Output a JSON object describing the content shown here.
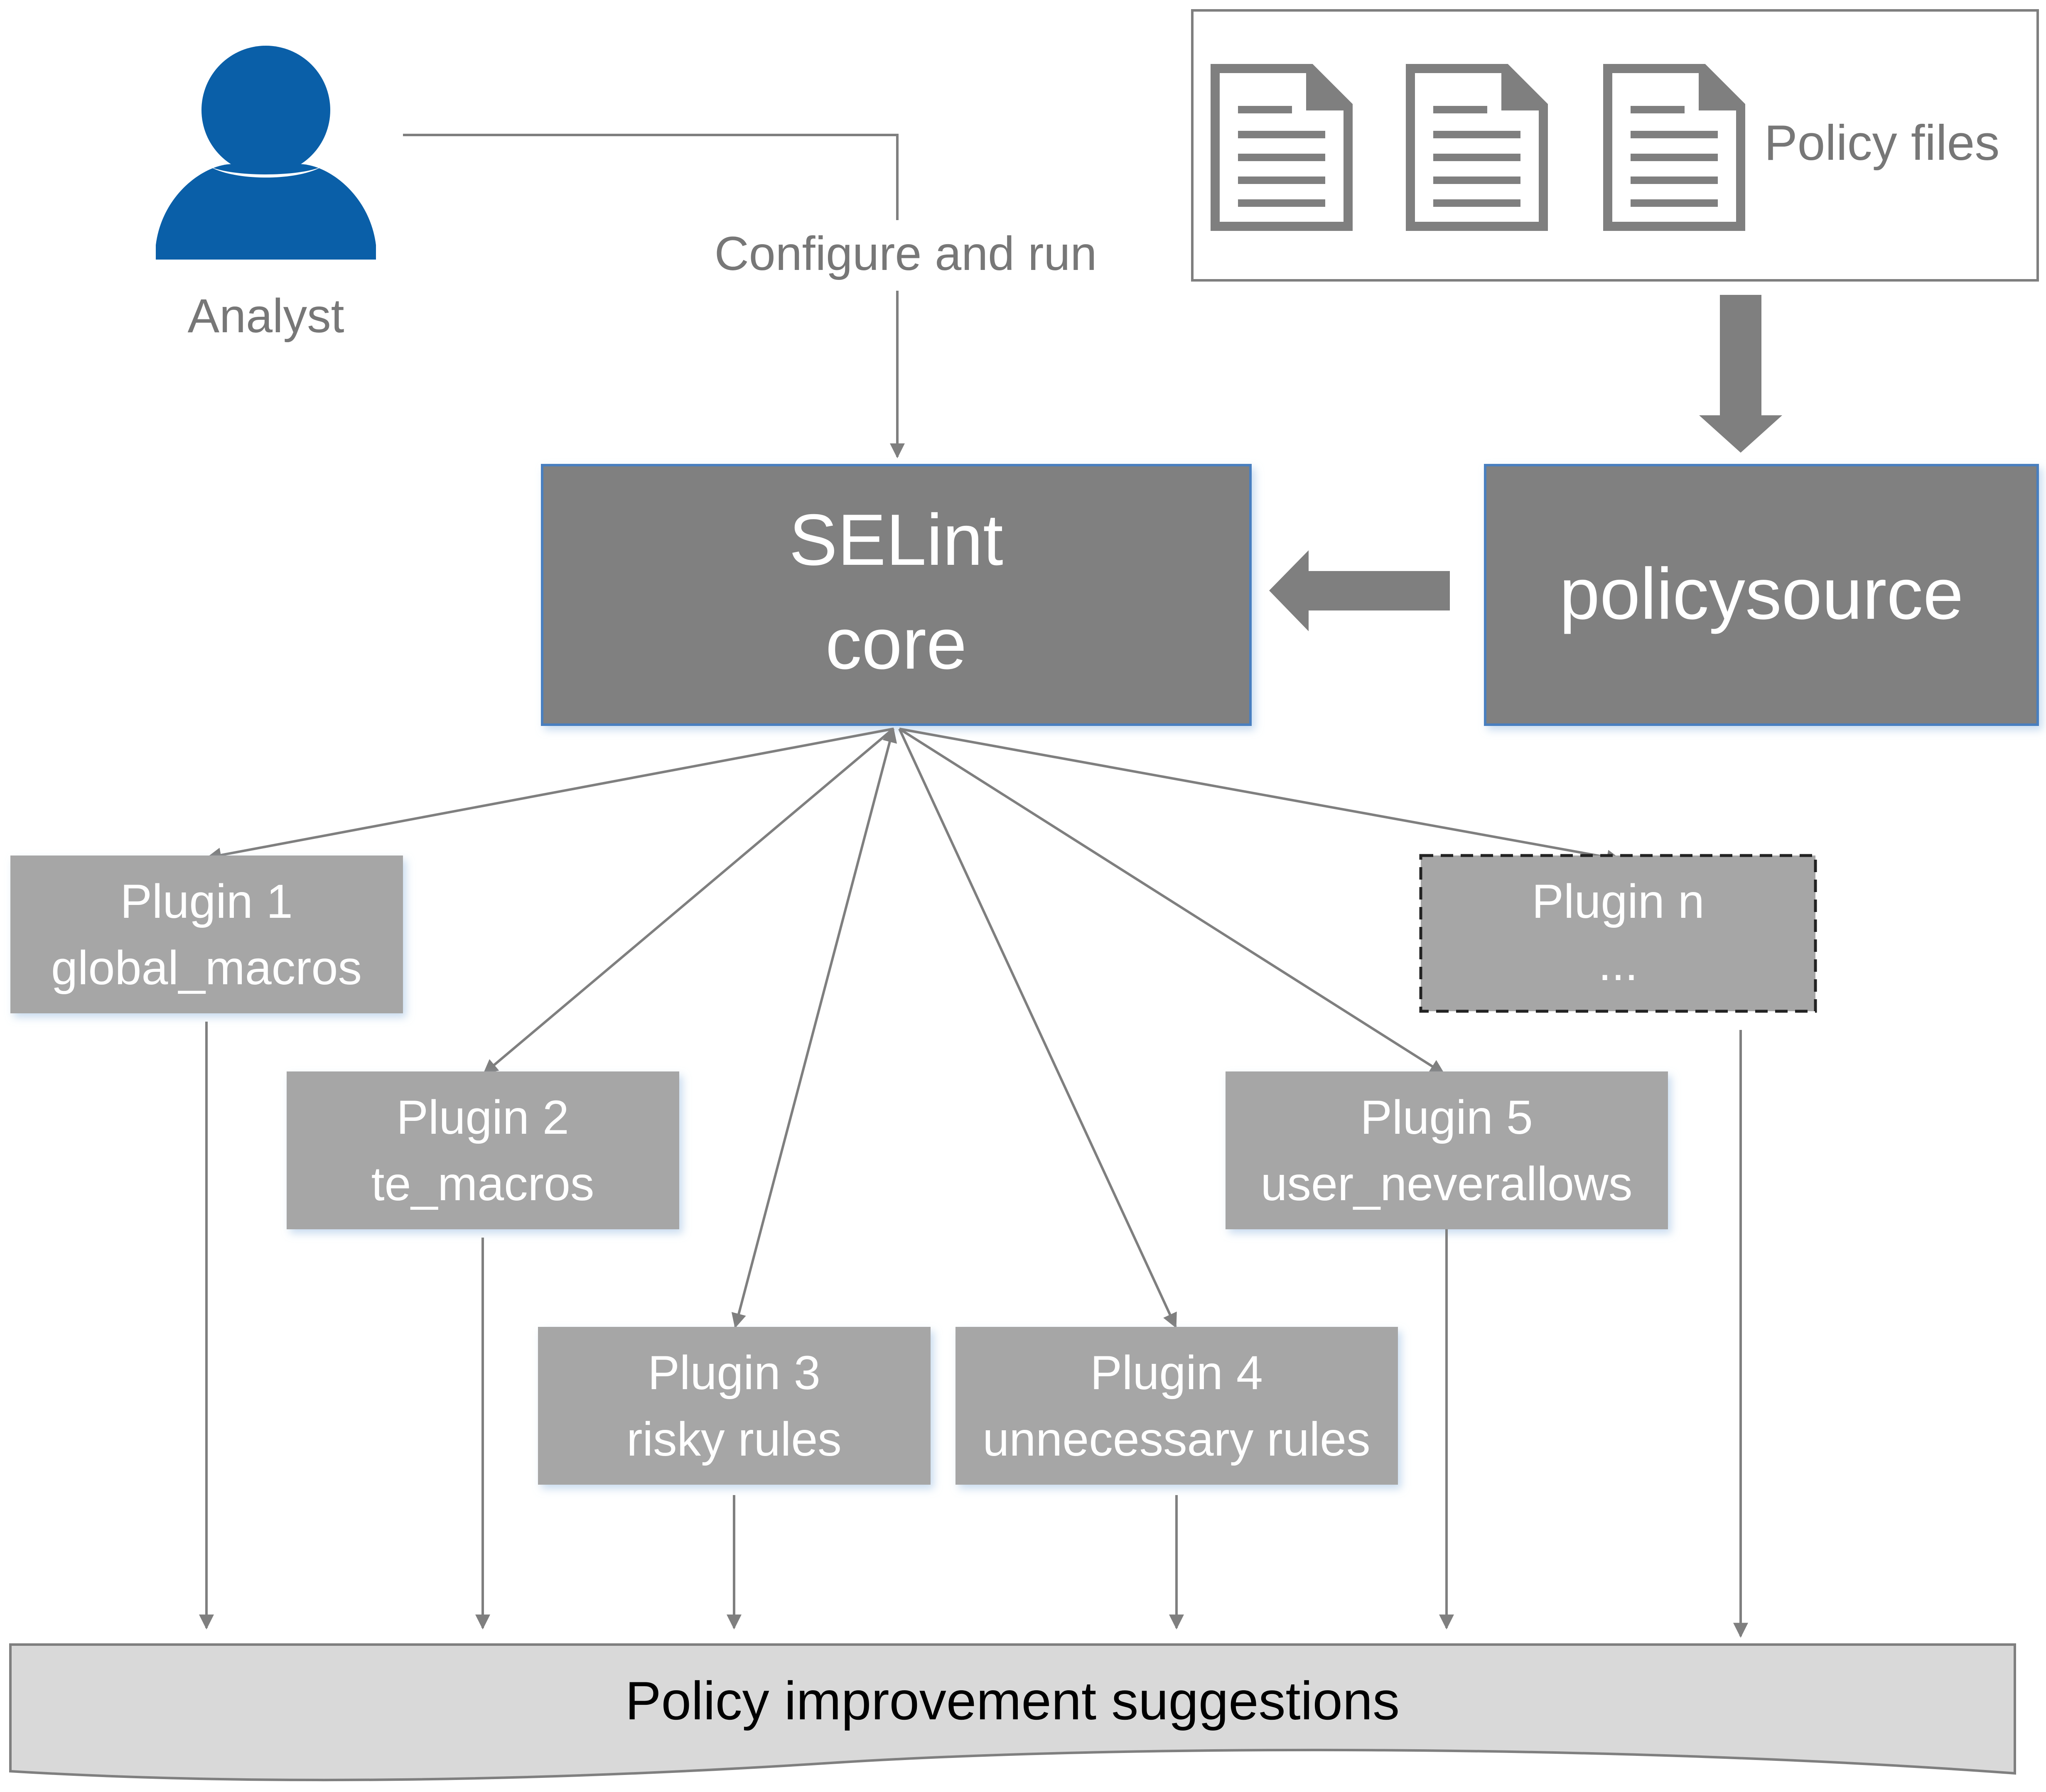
{
  "actor": {
    "label": "Analyst",
    "icon": "person-icon"
  },
  "configure_label": "Configure and run",
  "policy_files": {
    "label": "Policy files",
    "icon": "document-icon",
    "count": 3
  },
  "core": {
    "line1": "SELint",
    "line2": "core"
  },
  "policysource": {
    "label": "policysource"
  },
  "plugins": [
    {
      "title": "Plugin 1",
      "name": "global_macros",
      "optional": false
    },
    {
      "title": "Plugin 2",
      "name": "te_macros",
      "optional": false
    },
    {
      "title": "Plugin 3",
      "name": "risky rules",
      "optional": false
    },
    {
      "title": "Plugin 4",
      "name": "unnecessary rules",
      "optional": false
    },
    {
      "title": "Plugin 5",
      "name": "user_neverallows",
      "optional": false
    },
    {
      "title": "Plugin n",
      "name": "...",
      "optional": true
    }
  ],
  "output": {
    "label": "Policy improvement suggestions"
  },
  "colors": {
    "person": "#0a5fa8",
    "text_gray": "#777777",
    "box_dark": "#808080",
    "box_plugin": "#a6a6a6",
    "output_fill": "#d9d9d9",
    "line": "#7f7f7f",
    "core_border": "#4a7fbf"
  }
}
